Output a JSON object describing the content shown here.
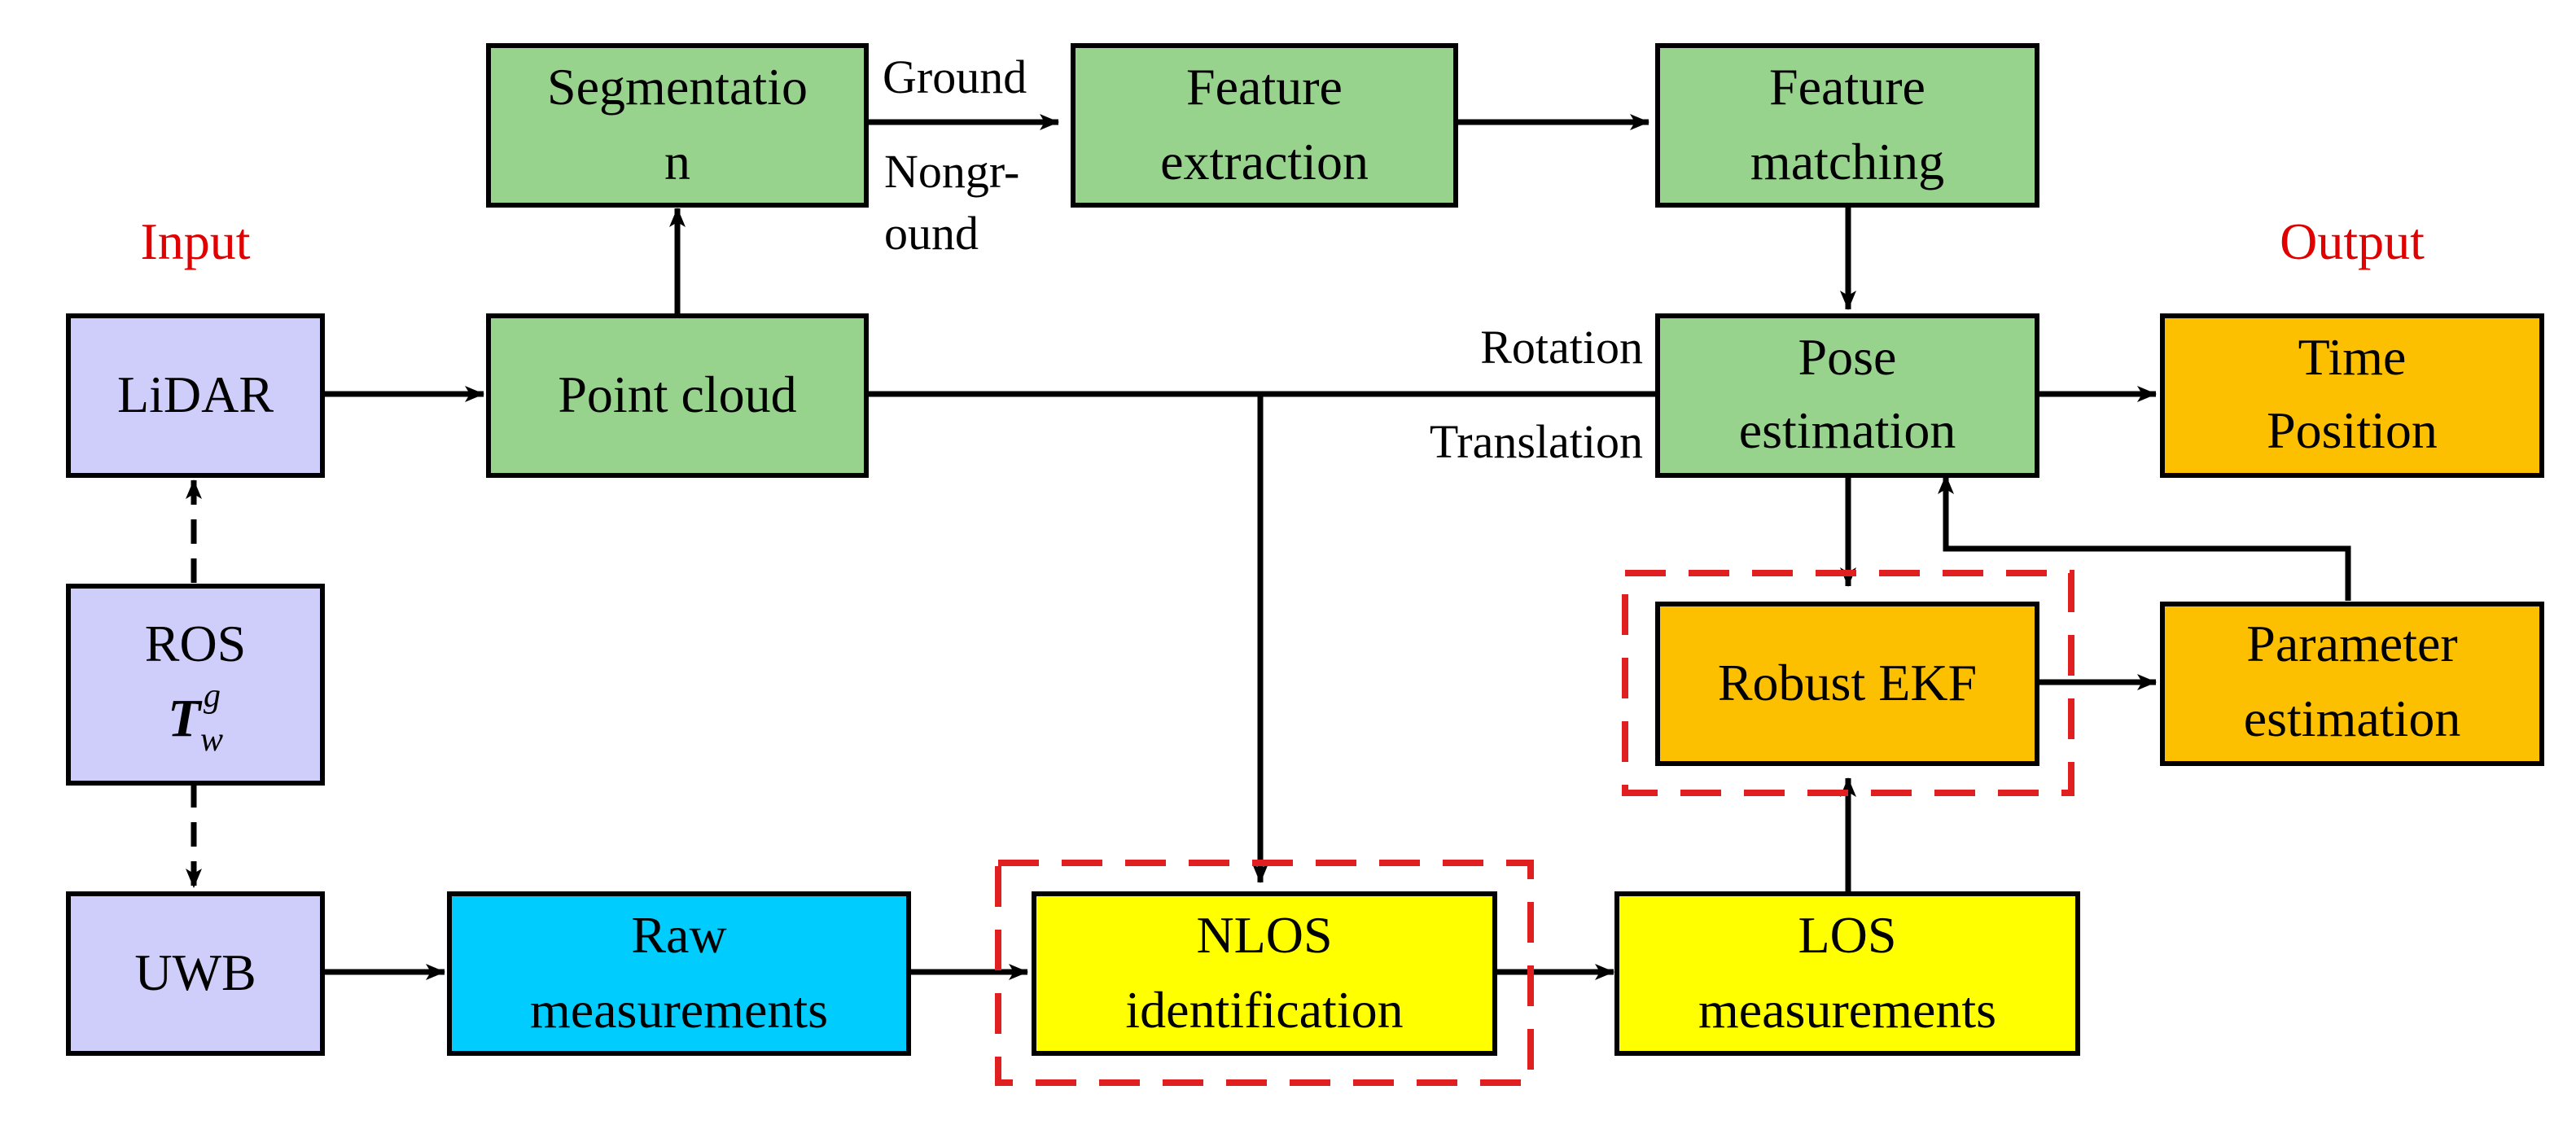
{
  "colors": {
    "green": "#97d38d",
    "lavender": "#cfcdf9",
    "orange": "#fcc000",
    "cyan": "#00cdfd",
    "yellow": "#ffff00",
    "red": "#e00000"
  },
  "labels": {
    "input": "Input",
    "output": "Output"
  },
  "nodes": {
    "segmentation": [
      "Segmentatio",
      "n"
    ],
    "feature_extraction": [
      "Feature",
      "extraction"
    ],
    "feature_matching": [
      "Feature",
      "matching"
    ],
    "lidar": [
      "LiDAR"
    ],
    "point_cloud": [
      "Point cloud"
    ],
    "pose_estimation": [
      "Pose",
      "estimation"
    ],
    "time_position": [
      "Time",
      "Position"
    ],
    "ros": [
      "ROS"
    ],
    "ros_symbol": {
      "main": "T",
      "sup": "g",
      "sub": "w"
    },
    "robust_ekf": [
      "Robust EKF"
    ],
    "parameter_estimation": [
      "Parameter",
      "estimation"
    ],
    "uwb": [
      "UWB"
    ],
    "raw_measurements": [
      "Raw",
      "measurements"
    ],
    "nlos_identification": [
      "NLOS",
      "identification"
    ],
    "los_measurements": [
      "LOS",
      "measurements"
    ]
  },
  "edge_labels": {
    "ground": "Ground",
    "nonground": [
      "Nongr-",
      "ound"
    ],
    "rotation": "Rotation",
    "translation": "Translation"
  }
}
